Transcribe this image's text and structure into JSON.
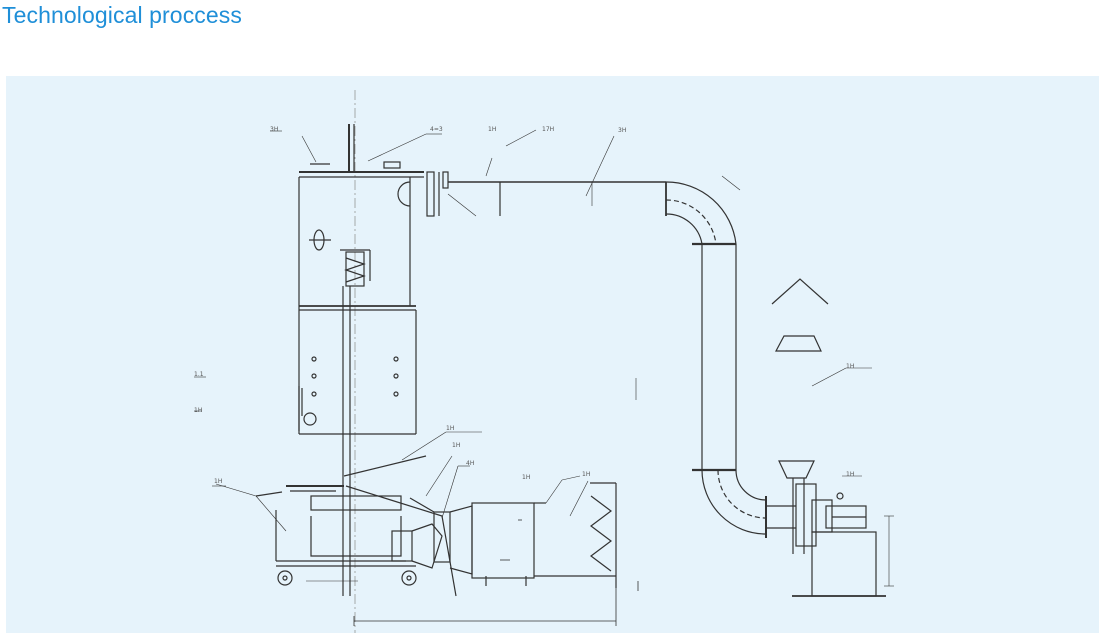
{
  "header": {
    "title": "Technological proccess"
  },
  "diagram": {
    "background_color": "#e6f3fb",
    "line_color": "#333333",
    "title_color": "#1f8fd8",
    "labels": [
      "3H",
      "4=3",
      "1H",
      "17H",
      "1.1",
      "1H",
      "3H",
      "1H",
      "1H",
      "4H",
      "1H",
      "1H",
      "1H",
      "1H",
      "1H"
    ]
  }
}
